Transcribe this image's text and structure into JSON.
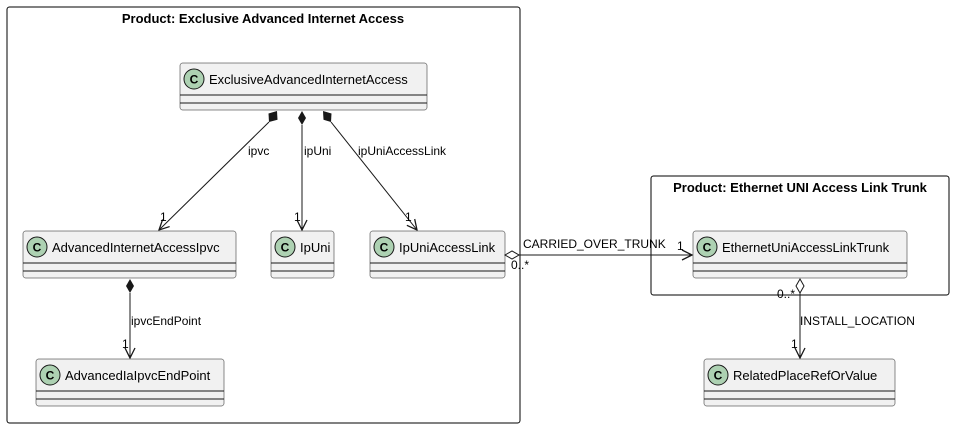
{
  "packages": {
    "eaia": {
      "title": "Product: Exclusive Advanced Internet Access"
    },
    "euni": {
      "title": "Product: Ethernet UNI Access Link Trunk"
    }
  },
  "class_glyph": "C",
  "classes": {
    "eaia": "ExclusiveAdvancedInternetAccess",
    "aiaipvc": "AdvancedInternetAccessIpvc",
    "ipuni": "IpUni",
    "ipuniaccesslink": "IpUniAccessLink",
    "endpoint": "AdvancedIaIpvcEndPoint",
    "trunk": "EthernetUniAccessLinkTrunk",
    "place": "RelatedPlaceRefOrValue"
  },
  "relations": {
    "ipvc": {
      "label": "ipvc",
      "target_mult": "1"
    },
    "ipuni": {
      "label": "ipUni",
      "target_mult": "1"
    },
    "ipuniaccesslink": {
      "label": "ipUniAccessLink",
      "target_mult": "1"
    },
    "endpoint": {
      "label": "ipvcEndPoint",
      "target_mult": "1"
    },
    "carried": {
      "label": "CARRIED_OVER_TRUNK",
      "source_mult": "0..*",
      "target_mult": "1"
    },
    "install": {
      "label": "INSTALL_LOCATION",
      "source_mult": "0..*",
      "target_mult": "1"
    }
  },
  "colors": {
    "class_fill": "#F1F1F1",
    "class_glyph_circle": "#ADD1B2",
    "line": "#181818"
  }
}
